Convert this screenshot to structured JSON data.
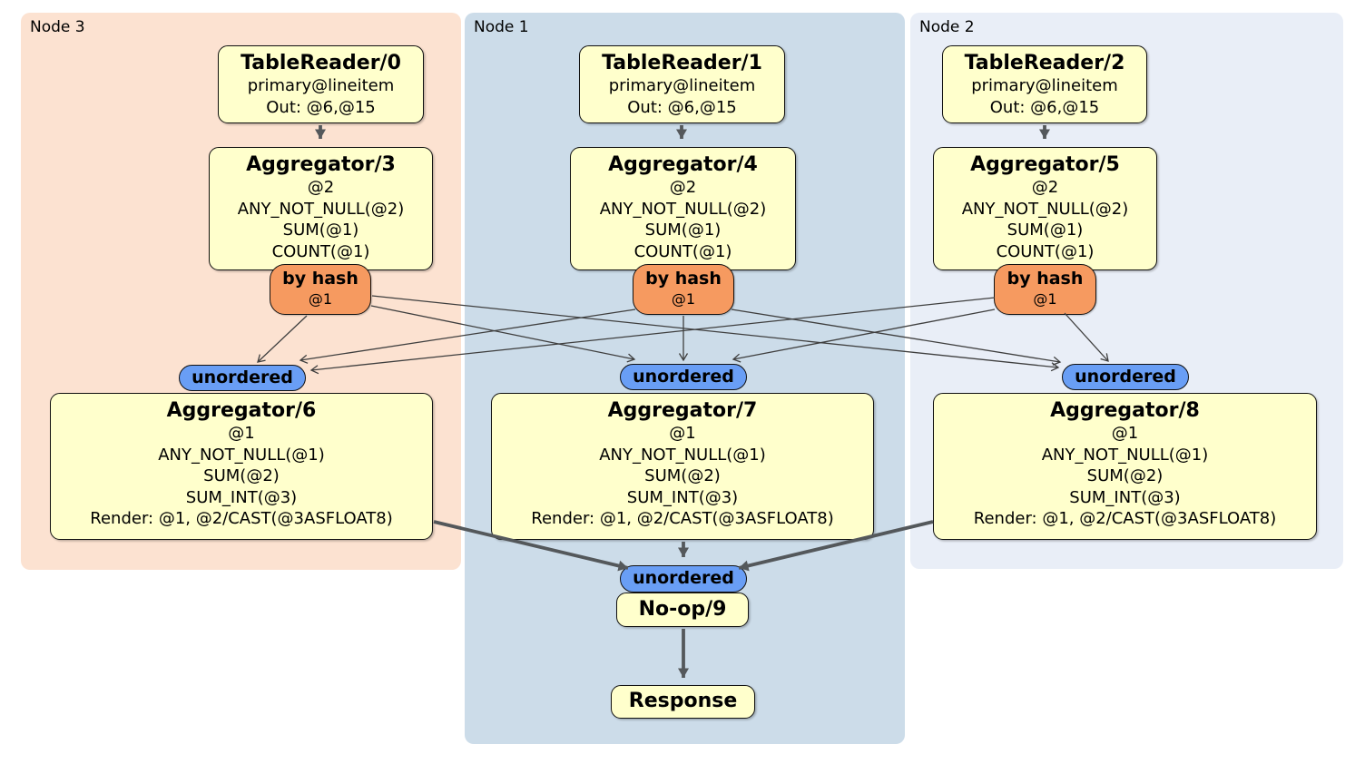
{
  "regions": [
    {
      "label": "Node 3"
    },
    {
      "label": "Node 1"
    },
    {
      "label": "Node 2"
    }
  ],
  "processors": {
    "tablereader0": {
      "title": "TableReader/0",
      "lines": [
        "primary@lineitem",
        "Out: @6,@15"
      ]
    },
    "tablereader1": {
      "title": "TableReader/1",
      "lines": [
        "primary@lineitem",
        "Out: @6,@15"
      ]
    },
    "tablereader2": {
      "title": "TableReader/2",
      "lines": [
        "primary@lineitem",
        "Out: @6,@15"
      ]
    },
    "aggregator3": {
      "title": "Aggregator/3",
      "lines": [
        "@2",
        "ANY_NOT_NULL(@2)",
        "SUM(@1)",
        "COUNT(@1)"
      ]
    },
    "aggregator4": {
      "title": "Aggregator/4",
      "lines": [
        "@2",
        "ANY_NOT_NULL(@2)",
        "SUM(@1)",
        "COUNT(@1)"
      ]
    },
    "aggregator5": {
      "title": "Aggregator/5",
      "lines": [
        "@2",
        "ANY_NOT_NULL(@2)",
        "SUM(@1)",
        "COUNT(@1)"
      ]
    },
    "aggregator6": {
      "title": "Aggregator/6",
      "lines": [
        "@1",
        "ANY_NOT_NULL(@1)",
        "SUM(@2)",
        "SUM_INT(@3)",
        "Render: @1, @2/CAST(@3ASFLOAT8)"
      ]
    },
    "aggregator7": {
      "title": "Aggregator/7",
      "lines": [
        "@1",
        "ANY_NOT_NULL(@1)",
        "SUM(@2)",
        "SUM_INT(@3)",
        "Render: @1, @2/CAST(@3ASFLOAT8)"
      ]
    },
    "aggregator8": {
      "title": "Aggregator/8",
      "lines": [
        "@1",
        "ANY_NOT_NULL(@1)",
        "SUM(@2)",
        "SUM_INT(@3)",
        "Render: @1, @2/CAST(@3ASFLOAT8)"
      ]
    },
    "noop9": {
      "title": "No-op/9"
    },
    "response": {
      "title": "Response"
    }
  },
  "router": {
    "label": "by hash",
    "detail": "@1"
  },
  "sync": {
    "label": "unordered"
  },
  "colors": {
    "node3_bg": "#fce2d1",
    "node1_bg": "#ccdce9",
    "node2_bg": "#e9eef7",
    "processor_bg": "#ffffcc",
    "router_bg": "#f69a60",
    "sync_bg": "#699ef5",
    "edge_thin": "#3f3f3f",
    "edge_thick": "#54585b"
  }
}
